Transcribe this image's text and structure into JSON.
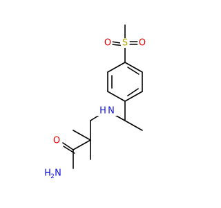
{
  "molecule": {
    "atoms": {
      "sulfur": "S",
      "oxygen_left": "O",
      "oxygen_right": "O",
      "amine_n": "N",
      "amine_h": "H",
      "carbonyl_o": "O",
      "amide_n": "N",
      "amide_h1": "H",
      "amide_h2": "2"
    },
    "colors": {
      "bond": "#000000",
      "sulfur": "#B8A100",
      "oxygen": "#E00000",
      "nitrogen": "#1010E0",
      "background": "#FFFFFF"
    }
  }
}
